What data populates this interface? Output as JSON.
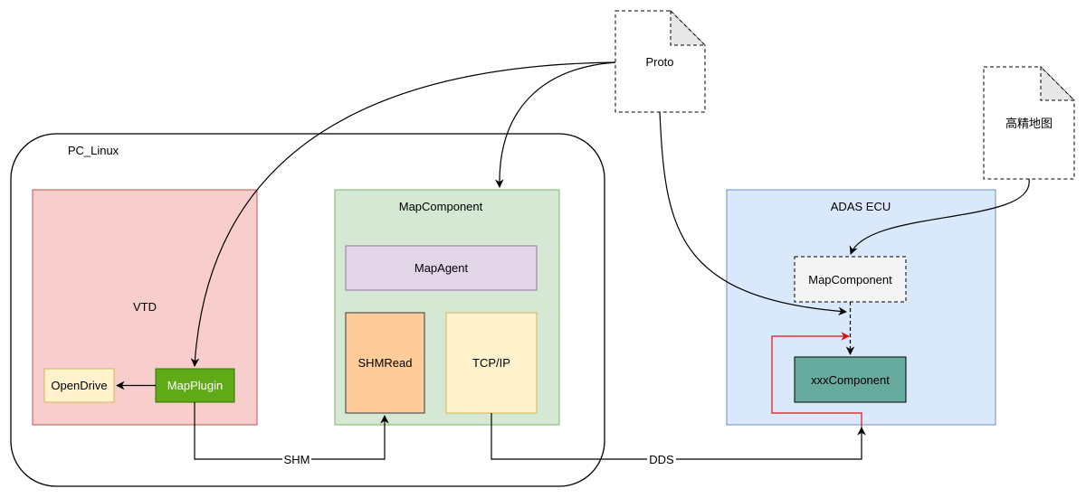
{
  "nodes": {
    "proto": "Proto",
    "hdmap": "高精地图",
    "pc_linux": "PC_Linux",
    "vtd": "VTD",
    "opendrive": "OpenDrive",
    "mapplugin": "MapPlugin",
    "mapcomponent_pc": "MapComponent",
    "mapagent": "MapAgent",
    "shmread": "SHMRead",
    "tcpip": "TCP/IP",
    "adas_ecu": "ADAS ECU",
    "mapcomponent_ecu": "MapComponent",
    "xxxcomponent": "xxxComponent"
  },
  "edges": {
    "shm": "SHM",
    "dds": "DDS"
  },
  "colors": {
    "vtd_fill": "#f8cecc",
    "vtd_stroke": "#b85450",
    "mapcomp_fill": "#d5e8d4",
    "mapcomp_stroke": "#82b366",
    "mapagent_fill": "#e1d5e7",
    "mapagent_stroke": "#9673a6",
    "shmread_fill": "#ffcc99",
    "shmread_stroke": "#36393d",
    "tcpip_fill": "#fff2cc",
    "tcpip_stroke": "#d6b656",
    "opendrive_fill": "#fff2cc",
    "opendrive_stroke": "#d6b656",
    "mapplugin_fill": "#60a917",
    "mapplugin_stroke": "#2d7600",
    "ecu_fill": "#dae8fc",
    "ecu_stroke": "#6c8ebf",
    "ecu_mapcomp_fill": "#f5f5f5",
    "xxx_fill": "#67ab9f",
    "xxx_stroke": "#000000",
    "red_loop": "#e01010"
  }
}
